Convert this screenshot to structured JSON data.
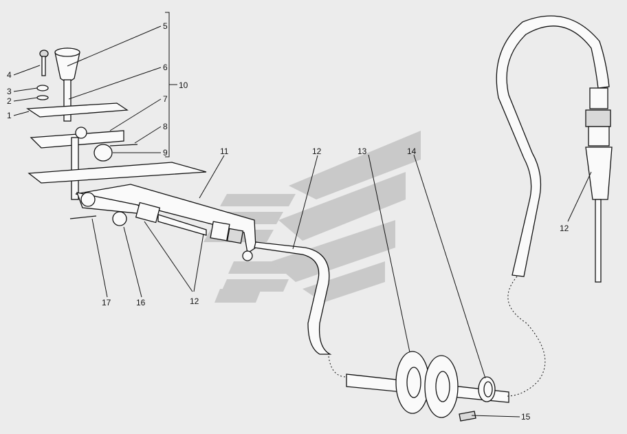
{
  "diagram": {
    "callouts": [
      {
        "id": "c1",
        "text": "1"
      },
      {
        "id": "c2",
        "text": "2"
      },
      {
        "id": "c3",
        "text": "3"
      },
      {
        "id": "c4",
        "text": "4"
      },
      {
        "id": "c5",
        "text": "5"
      },
      {
        "id": "c6",
        "text": "6"
      },
      {
        "id": "c7",
        "text": "7"
      },
      {
        "id": "c8",
        "text": "8"
      },
      {
        "id": "c9",
        "text": "9"
      },
      {
        "id": "c10",
        "text": "10"
      },
      {
        "id": "c11",
        "text": "11"
      },
      {
        "id": "c12a",
        "text": "12"
      },
      {
        "id": "c12b",
        "text": "12"
      },
      {
        "id": "c12c",
        "text": "12"
      },
      {
        "id": "c13",
        "text": "13"
      },
      {
        "id": "c14",
        "text": "14"
      },
      {
        "id": "c15",
        "text": "15"
      },
      {
        "id": "c16",
        "text": "16"
      },
      {
        "id": "c17",
        "text": "17"
      }
    ],
    "colors": {
      "background": "#ececec",
      "ink": "#111111",
      "watermark": "#c9c9c9"
    }
  }
}
